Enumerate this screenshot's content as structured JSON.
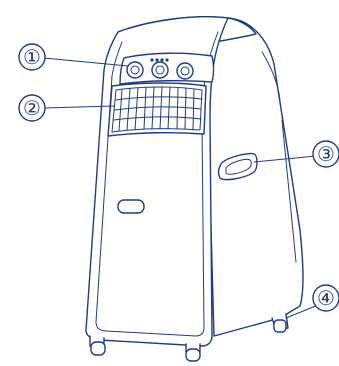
{
  "diagram": {
    "subject": "portable-air-conditioner",
    "callouts": [
      {
        "id": "control-panel",
        "label": "①"
      },
      {
        "id": "air-outlet-grille",
        "label": "②"
      },
      {
        "id": "side-handle",
        "label": "③"
      },
      {
        "id": "caster-wheel",
        "label": "④"
      }
    ],
    "colors": {
      "line": "#1f3a8a",
      "background": "#ffffff"
    }
  }
}
